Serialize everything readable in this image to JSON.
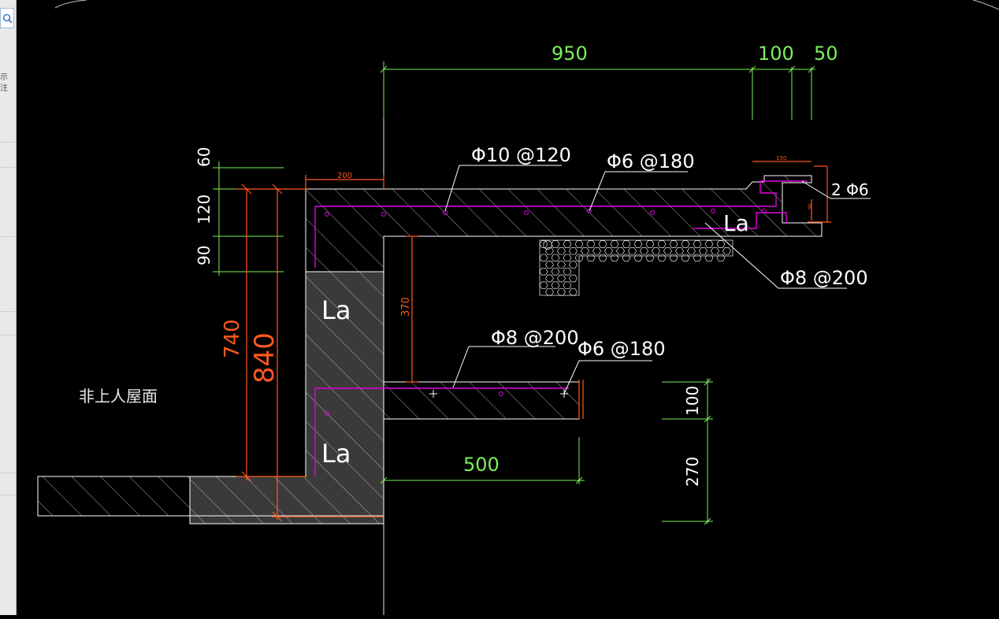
{
  "toolbar": {
    "search_icon": "search-icon"
  },
  "side_panel": {
    "text": "示 注"
  },
  "colors": {
    "background": "#000000",
    "dim_green": "#7cf05a",
    "rebar_magenta": "#e000e0",
    "dim_orange": "#ff5a1e",
    "leader_white": "#ffffff",
    "concrete_fill": "#3a3a3a"
  },
  "drawing": {
    "dims_top": {
      "d950": "950",
      "d100": "100",
      "d50": "50"
    },
    "dims_left": {
      "d60": "60",
      "d120": "120",
      "d90": "90"
    },
    "dims_orange": {
      "d740": "740",
      "d840": "840",
      "d200": "200",
      "d370": "370",
      "d150": "150",
      "d90s": "90"
    },
    "dims_right": {
      "d100": "100",
      "d270": "270"
    },
    "dim_bottom_500": "500",
    "rebar_labels": {
      "phi10_120": "Φ10 @120",
      "phi6_180_top": "Φ6 @180",
      "two_phi6": "2 Φ6",
      "phi8_200_right": "Φ8 @200",
      "phi8_200_mid": "Φ8 @200",
      "phi6_180_mid": "Φ6 @180"
    },
    "anchor_labels": {
      "la1": "La",
      "la2": "La",
      "la3": "La"
    },
    "roof_note": "非上人屋面"
  }
}
